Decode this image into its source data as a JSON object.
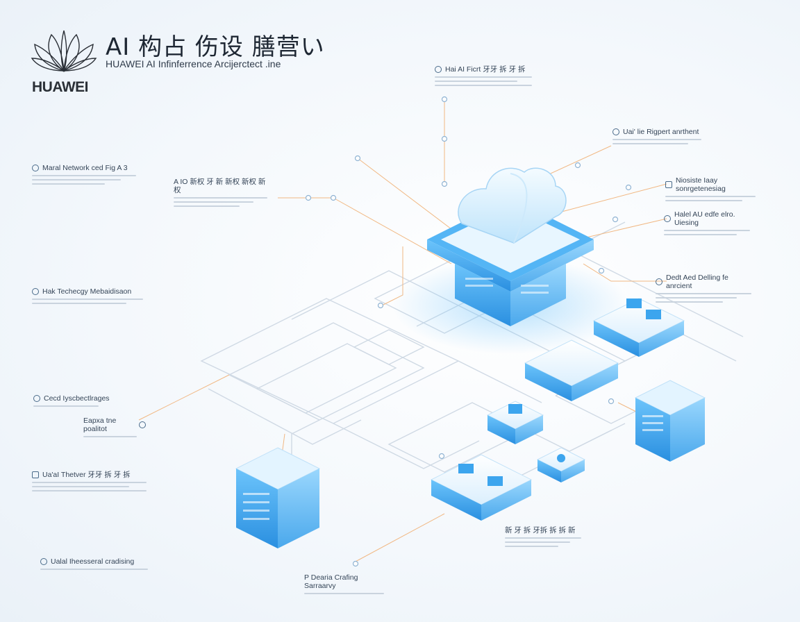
{
  "header": {
    "brand": "HUAWEI",
    "title_cjk": "AI 构占 伤设 膳营い",
    "subtitle": "HUAWEI AI Infinferrence Arcijerctect .ine"
  },
  "annotations": {
    "top_center": "Hai AI Ficrt 牙牙 拆 牙 拆",
    "right_1": "Uai' lie Rigpert anrthent",
    "right_2": "Niosiste Iaay sonrgetenesiag",
    "right_3": "Halel AU edfe elro. Uiesing",
    "right_4": "Dedt Aed Delling fe anrcient",
    "left_1": "Maral Network ced Fig A 3",
    "mid_left": "A IO 新权 牙 新 新权 新权 新权",
    "left_2": "Hak Techecgy Mebaidisaon",
    "left_3": "Cecd Iyscbectlrages",
    "left_3b": "Eapxa tne poalitot",
    "left_4": "Ua'aI Thetver 牙牙 拆 牙 拆",
    "bottom_left": "Ualal Iheesseral cradising",
    "bottom_mid": "P Dearia Crafing Sarraarvy",
    "bottom_right": "新 牙 拆 牙拆 拆 拆 新"
  },
  "colors": {
    "accent": "#2f9fe8",
    "accent_light": "#8fd0fb",
    "accent_dark": "#1a78c8",
    "circuit": "#c8d3df",
    "leader": "#f0b27a"
  }
}
